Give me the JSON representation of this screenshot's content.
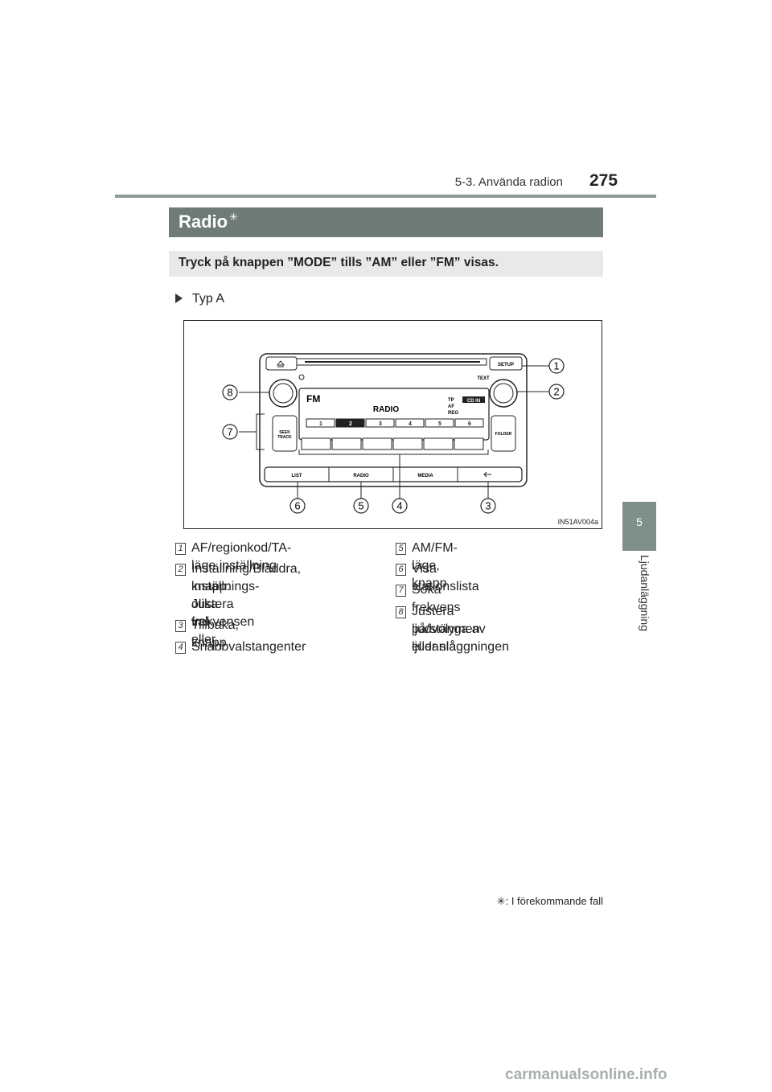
{
  "header": {
    "section": "5-3. Använda radion",
    "page_number": "275"
  },
  "side_tab": {
    "chapter_number": "5",
    "chapter_label": "Ljudanläggning"
  },
  "title": {
    "text": "Radio",
    "asterisk": "✳"
  },
  "instruction": "Tryck på knappen ”MODE” tills ”AM” eller ”FM” visas.",
  "type_label": "Typ A",
  "figure": {
    "image_id": "IN51AV004a",
    "button_labels": {
      "setup": "SETUP",
      "text": "TEXT",
      "fm": "FM",
      "radio_display": "RADIO",
      "tp": "TP",
      "af": "AF",
      "reg": "REG",
      "cd_in": "CD IN",
      "seek": "SEEK",
      "track": "TRACK",
      "folder": "FOLDER",
      "list": "LIST",
      "radio_btn": "RADIO",
      "media": "MEDIA"
    },
    "presets": [
      "1",
      "2",
      "3",
      "4",
      "5",
      "6"
    ],
    "callouts": [
      "1",
      "2",
      "3",
      "4",
      "5",
      "6",
      "7",
      "8"
    ]
  },
  "legend_left": [
    {
      "num": "1",
      "lines": [
        "AF/regionkod/TA-läge inställning"
      ]
    },
    {
      "num": "2",
      "lines": [
        "Inställning/Bläddra, inställnings-",
        "knapp: Justera frekvensen eller",
        "olika val"
      ]
    },
    {
      "num": "3",
      "lines": [
        "Tillbaka, knapp"
      ]
    },
    {
      "num": "4",
      "lines": [
        "Snabbvalstangenter"
      ]
    }
  ],
  "legend_right": [
    {
      "num": "5",
      "lines": [
        "AM/FM-läge, knapp"
      ]
    },
    {
      "num": "6",
      "lines": [
        "Visa stationslista"
      ]
    },
    {
      "num": "7",
      "lines": [
        "Söka frekvens"
      ]
    },
    {
      "num": "8",
      "lines": [
        "Justera ljudvolymen eller slå",
        "på/stänga av ljudanläggningen"
      ]
    }
  ],
  "footnote": ": I förekommande fall",
  "footnote_star": "✳",
  "watermark": "carmanualsonline.info"
}
